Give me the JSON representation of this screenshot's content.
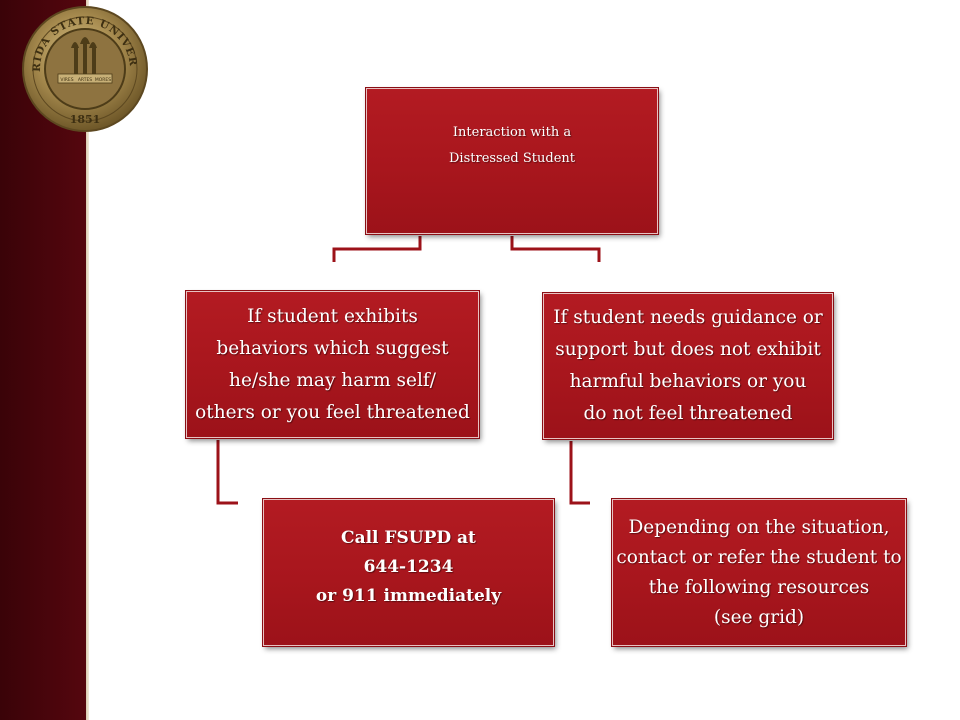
{
  "seal": {
    "ring_text": "FLORIDA STATE UNIVERSITY",
    "banner_words": [
      "VIRES",
      "ARTES",
      "MORES"
    ],
    "year": "1851"
  },
  "diagram": {
    "root": "Interaction with a\nDistressed Student",
    "branch_left": "If student exhibits\nbehaviors which suggest\nhe/she may harm self/\nothers or you feel threatened",
    "branch_right": "If student needs guidance or\nsupport but does not exhibit\nharmful behaviors or you\ndo not feel threatened",
    "action_left": "Call FSUPD at\n644-1234\nor 911 immediately",
    "action_right": "Depending on the situation,\ncontact or refer the student to\nthe following resources\n(see grid)"
  },
  "colors": {
    "box_fill": "#a8161d",
    "connector": "#9c1219",
    "sidebar": "#4a050c",
    "seal_gold": "#a68a4e"
  }
}
